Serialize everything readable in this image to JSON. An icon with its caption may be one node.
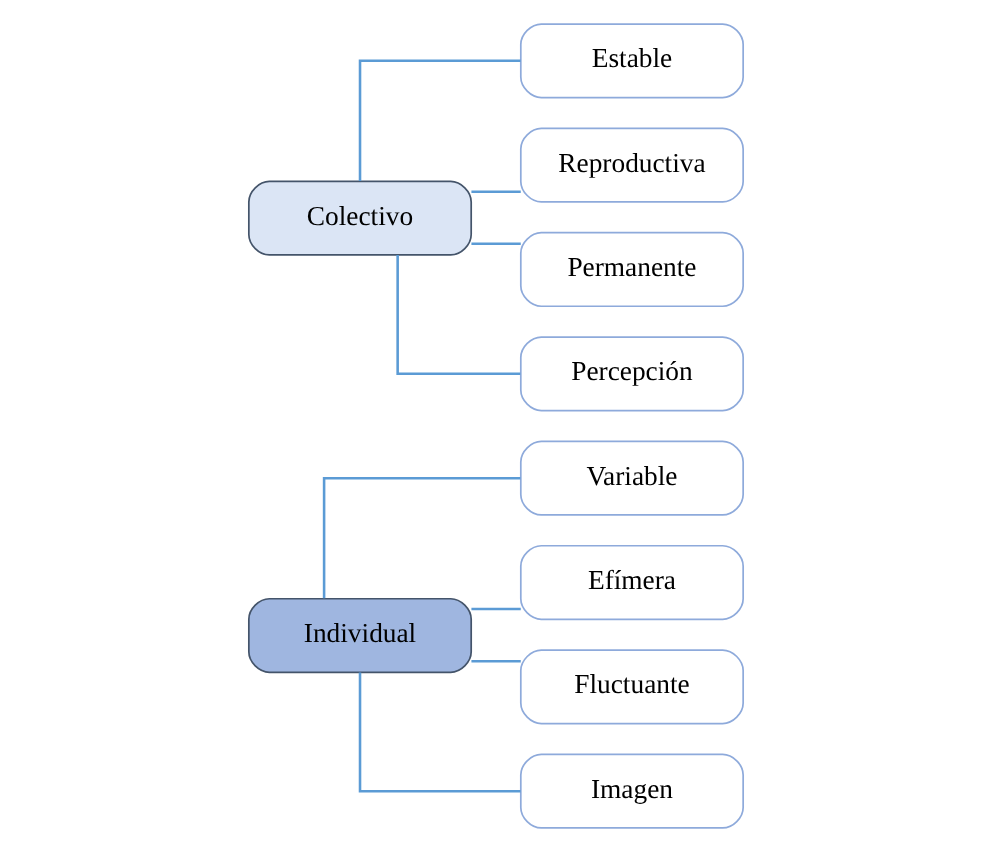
{
  "diagram": {
    "nodes": [
      {
        "text": [
          "Individual"
        ]
      },
      {
        "text": [
          "Variable"
        ]
      },
      {
        "text": [
          "Efímera"
        ]
      },
      {
        "text": [
          "Fluctuante"
        ]
      },
      {
        "text": [
          "Imagen"
        ]
      },
      {
        "text": [
          "Colectivo"
        ]
      },
      {
        "text": [
          "Estable"
        ]
      },
      {
        "text": [
          "Reproductiva"
        ]
      },
      {
        "text": [
          "Permanente"
        ]
      },
      {
        "text": [
          "Percepción"
        ]
      }
    ],
    "edges": [
      {
        "from": 0,
        "to": 1,
        "arrow": "none"
      },
      {
        "from": 0,
        "to": 2,
        "arrow": "none"
      },
      {
        "from": 0,
        "to": 3,
        "arrow": "none"
      },
      {
        "from": 0,
        "to": 4,
        "arrow": "none"
      },
      {
        "from": 5,
        "to": 6,
        "arrow": "none"
      },
      {
        "from": 5,
        "to": 7,
        "arrow": "none"
      },
      {
        "from": 5,
        "to": 8,
        "arrow": "none"
      },
      {
        "from": 5,
        "to": 9,
        "arrow": "none"
      }
    ]
  }
}
